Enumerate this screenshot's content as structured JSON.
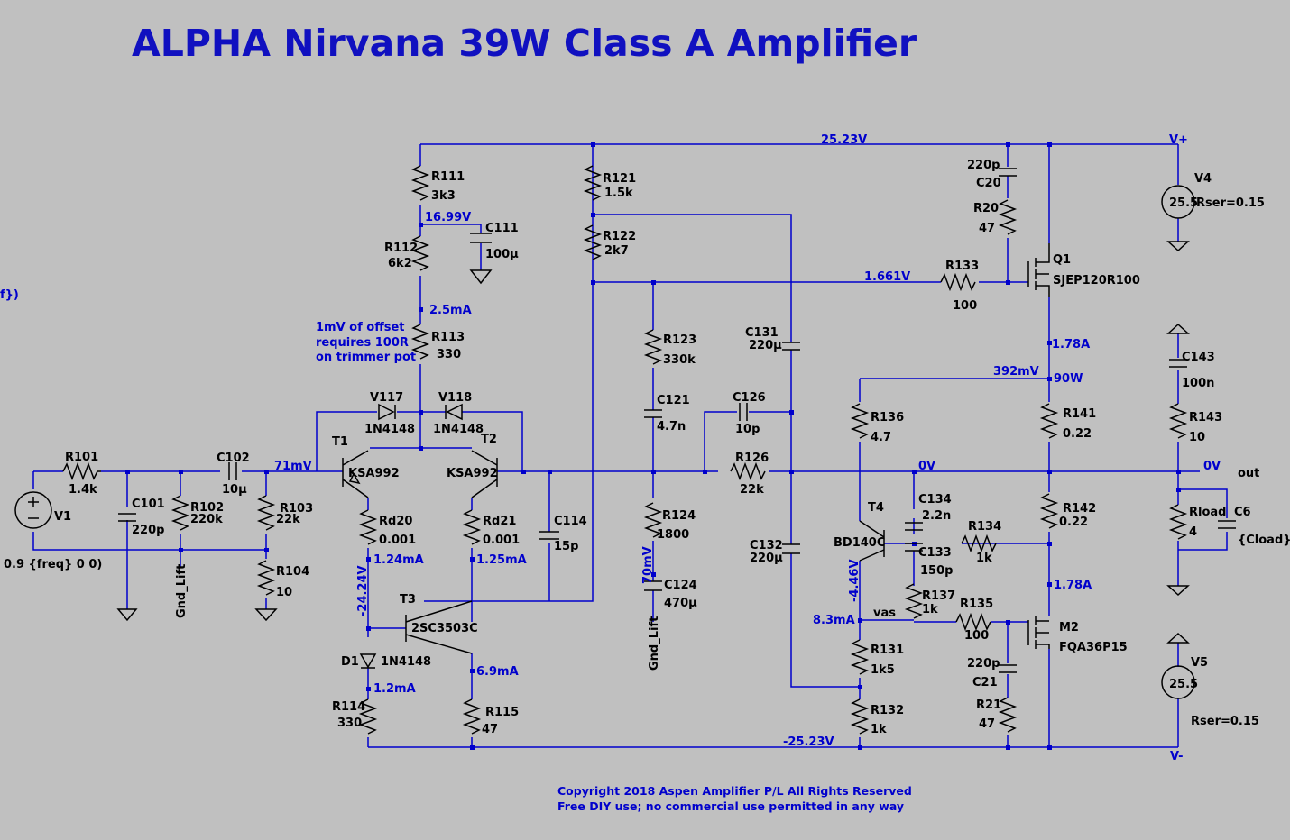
{
  "title": "ALPHA Nirvana 39W Class A  Amplifier",
  "copyright": {
    "line1": "Copyright 2018 Aspen Amplifier P/L All Rights Reserved",
    "line2": "Free DIY use;  no commercial use permitted in any way"
  },
  "offset_note": [
    "1mV of offset",
    "requires 100R",
    "on trimmer pot"
  ],
  "edge_fragment": "f})",
  "components": [
    {
      "ref": "R101",
      "value": "1.4k"
    },
    {
      "ref": "C101",
      "value": "220p"
    },
    {
      "ref": "R102",
      "value": "220k"
    },
    {
      "ref": "C102",
      "value": "10µ"
    },
    {
      "ref": "R103",
      "value": "22k"
    },
    {
      "ref": "R104",
      "value": "10"
    },
    {
      "ref": "V1",
      "value": "0.9 {freq} 0 0)"
    },
    {
      "ref": "R111",
      "value": "3k3"
    },
    {
      "ref": "C111",
      "value": "100µ"
    },
    {
      "ref": "R112",
      "value": "6k2"
    },
    {
      "ref": "R113",
      "value": "330"
    },
    {
      "ref": "V117",
      "value": "1N4148"
    },
    {
      "ref": "V118",
      "value": "1N4148"
    },
    {
      "ref": "T1",
      "value": "KSA992"
    },
    {
      "ref": "T2",
      "value": "KSA992"
    },
    {
      "ref": "Rd20",
      "value": "0.001"
    },
    {
      "ref": "Rd21",
      "value": "0.001"
    },
    {
      "ref": "C114",
      "value": "15p"
    },
    {
      "ref": "T3",
      "value": "2SC3503C"
    },
    {
      "ref": "D1",
      "value": "1N4148"
    },
    {
      "ref": "R114",
      "value": "330"
    },
    {
      "ref": "R115",
      "value": "47"
    },
    {
      "ref": "R121",
      "value": "1.5k"
    },
    {
      "ref": "R122",
      "value": "2k7"
    },
    {
      "ref": "R123",
      "value": "330k"
    },
    {
      "ref": "C121",
      "value": "4.7n"
    },
    {
      "ref": "R124",
      "value": "1800"
    },
    {
      "ref": "C124",
      "value": "470µ"
    },
    {
      "ref": "C126",
      "value": "10p"
    },
    {
      "ref": "R126",
      "value": "22k"
    },
    {
      "ref": "C131",
      "value": "220µ"
    },
    {
      "ref": "C132",
      "value": "220µ"
    },
    {
      "ref": "C20",
      "value": "220p"
    },
    {
      "ref": "R20",
      "value": "47"
    },
    {
      "ref": "R133",
      "value": "100"
    },
    {
      "ref": "Q1",
      "value": "SJEP120R100"
    },
    {
      "ref": "R136",
      "value": "4.7"
    },
    {
      "ref": "T4",
      "value": "BD140C"
    },
    {
      "ref": "C134",
      "value": "2.2n"
    },
    {
      "ref": "C133",
      "value": "150p"
    },
    {
      "ref": "R134",
      "value": "1k"
    },
    {
      "ref": "R137",
      "value": "1k"
    },
    {
      "ref": "R135",
      "value": "100"
    },
    {
      "ref": "R131",
      "value": "1k5"
    },
    {
      "ref": "R132",
      "value": "1k"
    },
    {
      "ref": "C21",
      "value": "220p"
    },
    {
      "ref": "R21",
      "value": "47"
    },
    {
      "ref": "M2",
      "value": "FQA36P15"
    },
    {
      "ref": "R141",
      "value": "0.22"
    },
    {
      "ref": "R142",
      "value": "0.22"
    },
    {
      "ref": "V4",
      "value": "25.5"
    },
    {
      "ref": "V5",
      "value": "25.5"
    },
    {
      "ref": "C143",
      "value": "100n"
    },
    {
      "ref": "R143",
      "value": "10"
    },
    {
      "ref": "Rload",
      "value": "4"
    },
    {
      "ref": "C6",
      "value": "{Cload}"
    }
  ],
  "misc_labels": {
    "v4_rser": "Rser=0.15",
    "v5_rser": "Rser=0.15",
    "gnd_lift_1": "Gnd_Lift",
    "gnd_lift_2": "Gnd_Lift",
    "vas": "vas"
  },
  "net_labels": {
    "rail_pos": "25.23V",
    "rail_neg": "-25.23V",
    "vplus": "V+",
    "vminus": "V-",
    "out": "out",
    "n1699": "16.99V",
    "i25": "2.5mA",
    "in71": "71mV",
    "gate1661": "1.661V",
    "i178a": "1.78A",
    "v392": "392mV",
    "p90": "90W",
    "out0v1": "0V",
    "out0v2": "0V",
    "i124": "1.24mA",
    "i125": "1.25mA",
    "vm2424": "-24.24V",
    "i69": "6.9mA",
    "i12": "1.2mA",
    "v70": "70mV",
    "vm446": "-4.46V",
    "i83": "8.3mA",
    "i178b": "1.78A"
  }
}
